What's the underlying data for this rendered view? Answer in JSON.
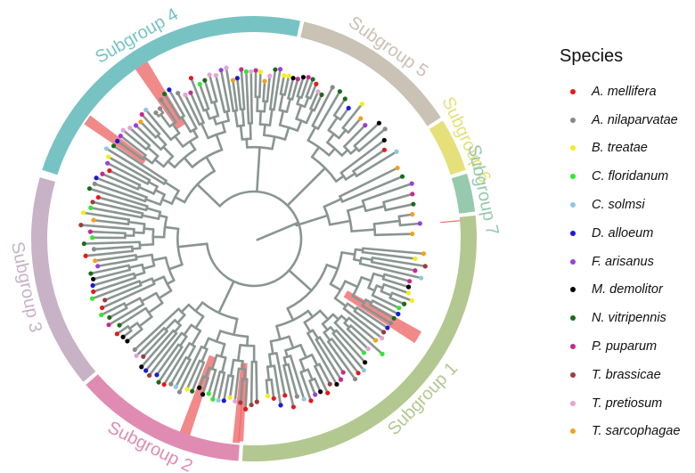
{
  "subgroups": [
    {
      "label": "Subgroup 4",
      "color": "#77c3c4"
    },
    {
      "label": "Subgroup 5",
      "color": "#c9c2b5"
    },
    {
      "label": "Subgroup 6",
      "color": "#e6e07a"
    },
    {
      "label": "Subgroup 7",
      "color": "#96c9ad"
    },
    {
      "label": "Subgroup 1",
      "color": "#b3c890"
    },
    {
      "label": "Subgroup 2",
      "color": "#e08cb2"
    },
    {
      "label": "Subgroup 3",
      "color": "#c8b2c6"
    }
  ],
  "legend": {
    "title": "Species",
    "items": [
      {
        "label": "A. mellifera",
        "color": "#e41a1c"
      },
      {
        "label": "A. nilaparvatae",
        "color": "#8a8a8a"
      },
      {
        "label": "B. treatae",
        "color": "#f2ee1a"
      },
      {
        "label": "C. floridanum",
        "color": "#2fe82f"
      },
      {
        "label": "C. solmsi",
        "color": "#8ec8e0"
      },
      {
        "label": "D. alloeum",
        "color": "#1a1ad8"
      },
      {
        "label": "F. arisanus",
        "color": "#9a3fd8"
      },
      {
        "label": "M. demolitor",
        "color": "#000000"
      },
      {
        "label": "N. vitripennis",
        "color": "#1a6b1a"
      },
      {
        "label": "P. puparum",
        "color": "#c8298e"
      },
      {
        "label": "T. brassicae",
        "color": "#9e3b3b"
      },
      {
        "label": "T. pretiosum",
        "color": "#e5a3d6"
      },
      {
        "label": "T. sarcophagae",
        "color": "#f0a21a"
      }
    ]
  },
  "colors": {
    "branch": "#8a9591",
    "highlight": "#ef6b6b"
  }
}
